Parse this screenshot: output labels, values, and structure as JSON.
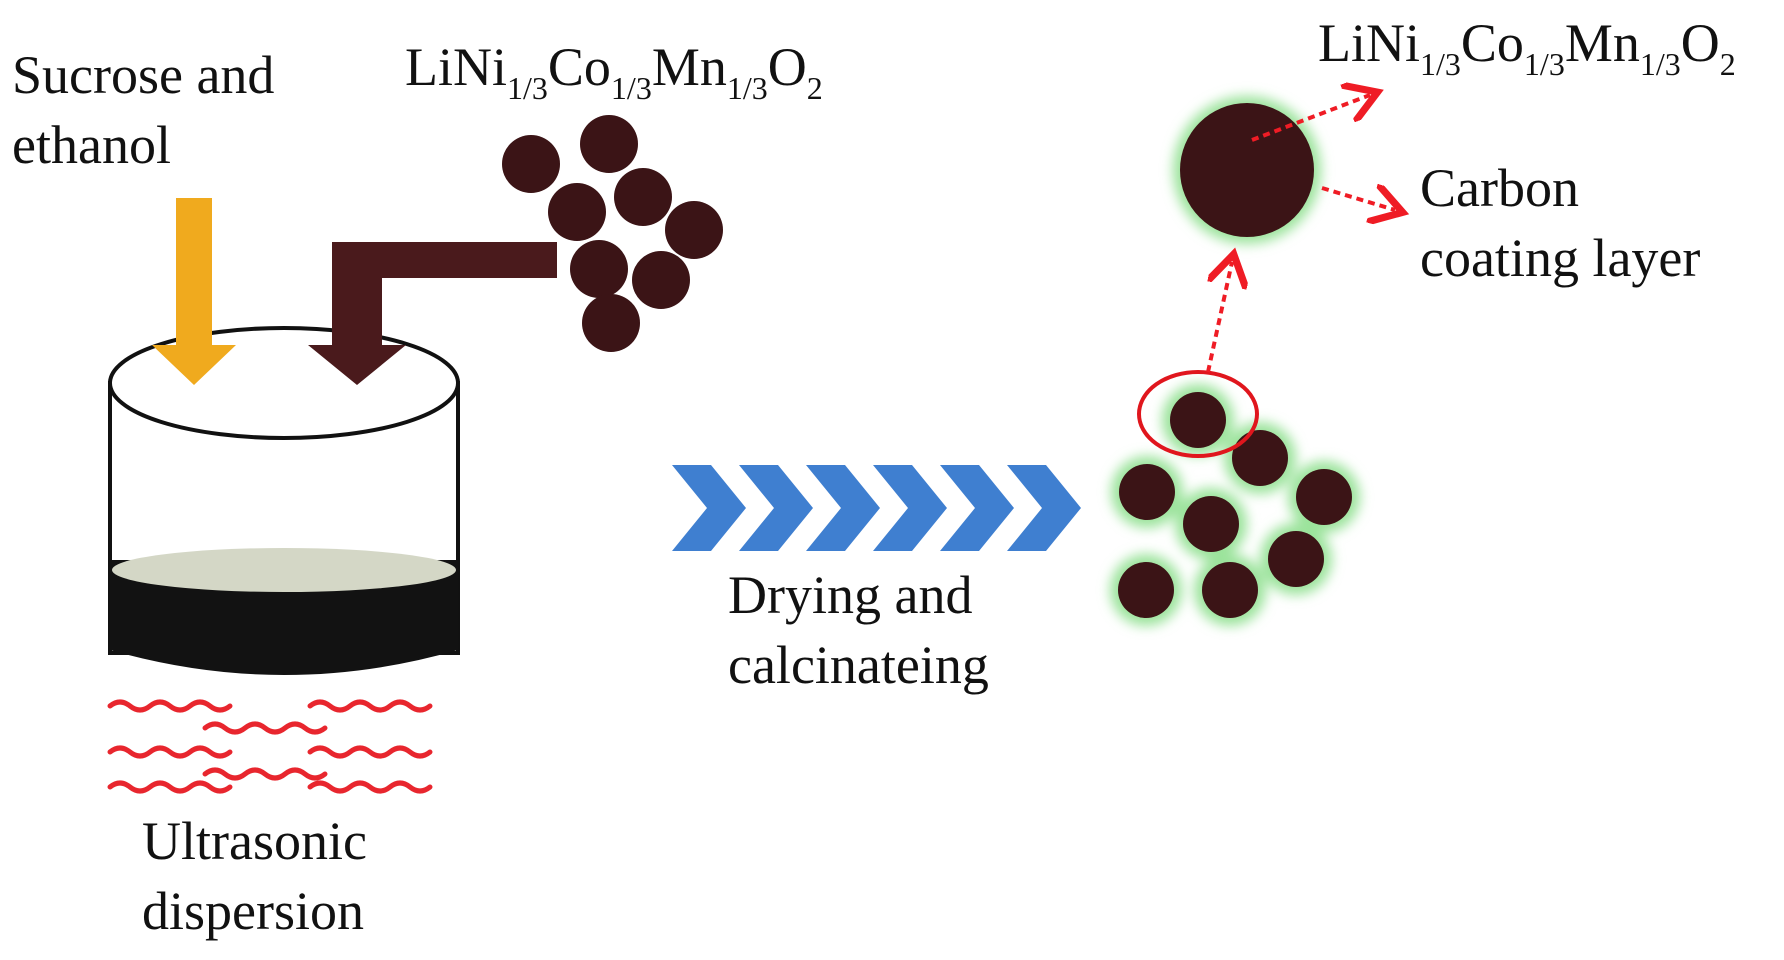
{
  "labels": {
    "sucrose_line1": "Sucrose and",
    "sucrose_line2": "ethanol",
    "ultrasonic_line1": "Ultrasonic",
    "ultrasonic_line2": "dispersion",
    "drying_line1": "Drying and",
    "drying_line2": "calcinateing",
    "carbon_line1": "Carbon",
    "carbon_line2": "coating layer"
  },
  "formula": {
    "li": "LiNi",
    "co": "Co",
    "mn": "Mn",
    "o": "O",
    "frac": "1/3",
    "two": "2"
  },
  "colors": {
    "particle": "#3b1416",
    "feed_arrow": "#4a1a1c",
    "sucrose_arrow": "#f0aa1e",
    "process_chevrons": "#3f7fd0",
    "coating_glow": "#9be39b",
    "highlight_ring": "#e0161d",
    "dotted_arrows": "#ef1c25",
    "ultrasonic_waves": "#e8262e",
    "liquid_top": "#d4d7c6",
    "liquid_body": "#121212"
  },
  "icons": [
    "beaker",
    "sucrose-arrow",
    "feed-arrow",
    "particle-cluster",
    "process-chevrons",
    "coated-particle",
    "ultrasonic-waves"
  ]
}
